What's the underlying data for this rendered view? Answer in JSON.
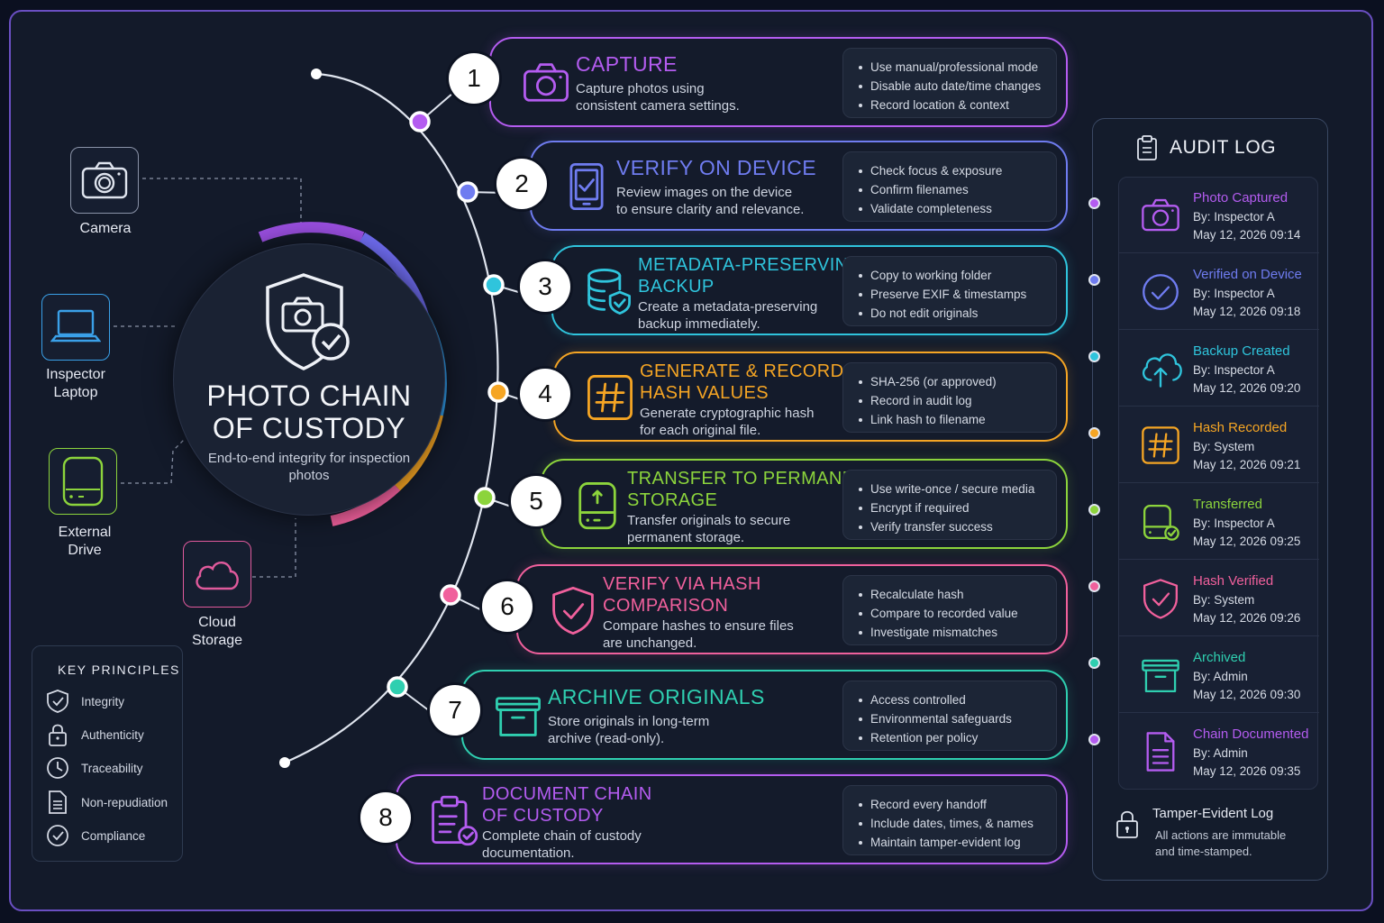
{
  "devices": [
    {
      "label": "Camera",
      "icon": "camera-icon",
      "color": "#c9cfdc"
    },
    {
      "label": "Inspector\nLaptop",
      "icon": "laptop-icon",
      "color": "#3aa0e8"
    },
    {
      "label": "External\nDrive",
      "icon": "drive-icon",
      "color": "#8cd43c"
    },
    {
      "label": "Cloud\nStorage",
      "icon": "cloud-icon",
      "color": "#e05a9c"
    }
  ],
  "hub": {
    "title": "PHOTO CHAIN\nOF CUSTODY",
    "subtitle": "End-to-end integrity for inspection photos"
  },
  "principles": {
    "title": "KEY PRINCIPLES",
    "items": [
      {
        "label": "Integrity",
        "icon": "shield-check-icon"
      },
      {
        "label": "Authenticity",
        "icon": "lock-icon"
      },
      {
        "label": "Traceability",
        "icon": "clock-icon"
      },
      {
        "label": "Non-repudiation",
        "icon": "document-icon"
      },
      {
        "label": "Compliance",
        "icon": "check-circle-icon"
      }
    ]
  },
  "steps": [
    {
      "number": "1",
      "title": "CAPTURE",
      "description": "Capture photos using\nconsistent camera settings.",
      "color": "#b45cf0",
      "icon": "camera-icon",
      "bullets": [
        "Use manual/professional mode",
        "Disable auto date/time changes",
        "Record location & context"
      ]
    },
    {
      "number": "2",
      "title": "VERIFY ON DEVICE",
      "description": "Review images on the device\nto ensure clarity and relevance.",
      "color": "#6f7cf0",
      "icon": "tablet-check-icon",
      "bullets": [
        "Check focus & exposure",
        "Confirm filenames",
        "Validate completeness"
      ]
    },
    {
      "number": "3",
      "title": "METADATA-PRESERVING\nBACKUP",
      "description": "Create a metadata-preserving\nbackup immediately.",
      "color": "#2fc4dc",
      "icon": "database-shield-icon",
      "bullets": [
        "Copy to working folder",
        "Preserve EXIF & timestamps",
        "Do not edit originals"
      ]
    },
    {
      "number": "4",
      "title": "GENERATE & RECORD\nHASH VALUES",
      "description": "Generate cryptographic hash\nfor each original file.",
      "color": "#f5a524",
      "icon": "hash-icon",
      "bullets": [
        "SHA-256 (or approved)",
        "Record in audit log",
        "Link hash to filename"
      ]
    },
    {
      "number": "5",
      "title": "TRANSFER TO PERMANENT\nSTORAGE",
      "description": "Transfer originals to secure\npermanent storage.",
      "color": "#8cd43c",
      "icon": "drive-icon",
      "bullets": [
        "Use write-once / secure media",
        "Encrypt if required",
        "Verify transfer success"
      ]
    },
    {
      "number": "6",
      "title": "VERIFY VIA HASH\nCOMPARISON",
      "description": "Compare hashes to ensure files\nare unchanged.",
      "color": "#f0609c",
      "icon": "shield-check-icon",
      "bullets": [
        "Recalculate hash",
        "Compare to recorded value",
        "Investigate mismatches"
      ]
    },
    {
      "number": "7",
      "title": "ARCHIVE ORIGINALS",
      "description": "Store originals in long-term\narchive (read-only).",
      "color": "#2fcfb0",
      "icon": "archive-box-icon",
      "bullets": [
        "Access controlled",
        "Environmental safeguards",
        "Retention per policy"
      ]
    },
    {
      "number": "8",
      "title": "DOCUMENT CHAIN\nOF CUSTODY",
      "description": "Complete chain of custody\ndocumentation.",
      "color": "#b45cf0",
      "icon": "clipboard-check-icon",
      "bullets": [
        "Record every handoff",
        "Include dates, times, & names",
        "Maintain tamper-evident log"
      ]
    }
  ],
  "audit": {
    "title": "AUDIT LOG",
    "entries": [
      {
        "name": "Photo Captured",
        "by": "By: Inspector A",
        "time": "May 12, 2026 09:14",
        "color": "#b45cf0",
        "icon": "camera-icon"
      },
      {
        "name": "Verified on Device",
        "by": "By: Inspector A",
        "time": "May 12, 2026 09:18",
        "color": "#6f7cf0",
        "icon": "check-circle-icon"
      },
      {
        "name": "Backup Created",
        "by": "By: Inspector A",
        "time": "May 12, 2026 09:20",
        "color": "#2fc4dc",
        "icon": "cloud-upload-icon"
      },
      {
        "name": "Hash Recorded",
        "by": "By: System",
        "time": "May 12, 2026 09:21",
        "color": "#f5a524",
        "icon": "hash-icon"
      },
      {
        "name": "Transferred",
        "by": "By: Inspector A",
        "time": "May 12, 2026 09:25",
        "color": "#8cd43c",
        "icon": "drive-check-icon"
      },
      {
        "name": "Hash Verified",
        "by": "By: System",
        "time": "May 12, 2026 09:26",
        "color": "#f0609c",
        "icon": "shield-check-icon"
      },
      {
        "name": "Archived",
        "by": "By: Admin",
        "time": "May 12, 2026 09:30",
        "color": "#2fcfb0",
        "icon": "archive-box-icon"
      },
      {
        "name": "Chain Documented",
        "by": "By: Admin",
        "time": "May 12, 2026 09:35",
        "color": "#b45cf0",
        "icon": "document-icon"
      }
    ],
    "footer": {
      "title": "Tamper-Evident Log",
      "text": "All actions are immutable and time-stamped.",
      "icon": "lock-icon"
    }
  }
}
